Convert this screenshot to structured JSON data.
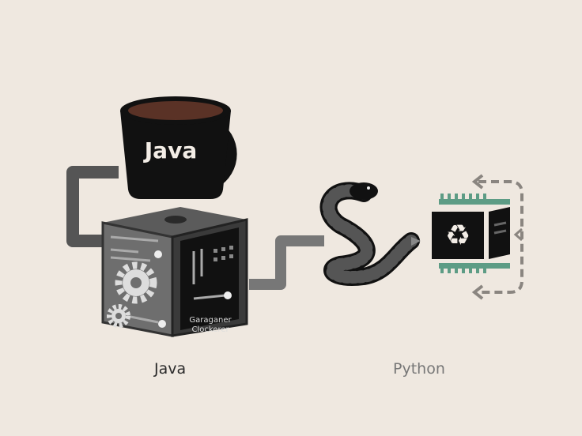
{
  "mug_text": "Java",
  "machine_text": [
    "Garaganer",
    "Clockerer"
  ],
  "labels": {
    "java": "Java",
    "python": "Python"
  },
  "colors": {
    "background": "#efe8e0",
    "accent": "#5d9c85",
    "dark": "#111111"
  }
}
